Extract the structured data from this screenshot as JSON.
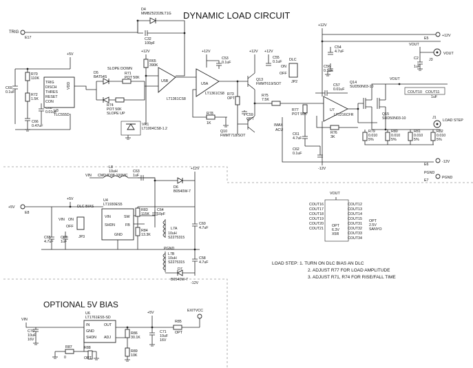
{
  "titles": {
    "main": "DYNAMIC LOAD CIRCUIT",
    "optional": "OPTIONAL 5V BIAS"
  },
  "ports": {
    "trig": "TRIG",
    "e17": "E17",
    "vout_top": "VOUT",
    "j3": "J3",
    "e5": "E5",
    "e5_v": "+12V",
    "load_step": "LOAD STEP",
    "j1": "J1",
    "e6_v": "-12V",
    "e6": "E6",
    "pgnd_e7": "PGND",
    "e7": "E7",
    "plus5v": "+5V",
    "e8": "E8",
    "exitvcc": "EXITVCC",
    "vin_l8": "VIN",
    "vin_opt": "VIN"
  },
  "rails": {
    "p5v": "+5V",
    "p12v": "+12V",
    "m12v": "-12V",
    "pgnd": "PGND"
  },
  "components": {
    "d4": {
      "ref": "D4",
      "value": "MMBZ5231BLT1G"
    },
    "c32": {
      "ref": "C32",
      "value": "100pF"
    },
    "r70": {
      "ref": "R70",
      "value": "110K"
    },
    "r72": {
      "ref": "R72",
      "value": "1.5K"
    },
    "c69": {
      "ref": "C69",
      "value": "0.1uF"
    },
    "c68": {
      "ref": "C68",
      "value": "0.01uF"
    },
    "c66": {
      "ref": "C66",
      "value": "0.47uF"
    },
    "u3": {
      "ref": "U3",
      "value": "TLC555D",
      "pins": [
        "TRIG",
        "DISCH",
        "THRES",
        "RESET",
        "CON"
      ],
      "vdd": "VDD"
    },
    "d5": {
      "ref": "D5",
      "value": "BAT54S"
    },
    "slope_down": "SLOPE DOWN",
    "r71": {
      "ref": "R71",
      "value": "POT 50K"
    },
    "r74": {
      "ref": "R74",
      "value": "POT 50K",
      "label": "SLOPE UP"
    },
    "r65": {
      "ref": "R65",
      "value": "390K"
    },
    "u5b": {
      "ref": "U5B",
      "value": "LT1361CS8"
    },
    "vr1": {
      "ref": "VR1",
      "value": "LT1004CS8-1.2"
    },
    "u5a": {
      "ref": "U5A",
      "value": "LT1361CS8"
    },
    "c53": {
      "ref": "C53",
      "value": "0.1uF"
    },
    "c55": {
      "ref": "C55",
      "value": "0.1uF"
    },
    "q13": {
      "ref": "Q13",
      "value": "FMMT619/SOT"
    },
    "r73": {
      "ref": "R73",
      "value": "OPT"
    },
    "r78": {
      "ref": "R78",
      "value": "1K"
    },
    "c59": {
      "ref": "C59",
      "value": "OPT"
    },
    "q10": {
      "ref": "Q10",
      "value": "FMMT718/SOT"
    },
    "dlc": {
      "ref": "DLC",
      "on": "ON",
      "off": "OFF",
      "jp": "JP2"
    },
    "c54": {
      "ref": "C54",
      "value": "4.7uF"
    },
    "c56": {
      "ref": "C56",
      "value": "0.1uF"
    },
    "r75": {
      "ref": "R75",
      "value": "7.5K"
    },
    "c57": {
      "ref": "C57",
      "value": "0.01uF"
    },
    "r77": {
      "ref": "R77",
      "value": "POT 50K"
    },
    "imax": {
      "line1": "IMAX",
      "line2": "ACU"
    },
    "c61": {
      "ref": "C61",
      "value": "4.7uF"
    },
    "c62": {
      "ref": "C62",
      "value": "0.1uF"
    },
    "u7": {
      "ref": "U7",
      "value": "LT1216CFR"
    },
    "r76": {
      "ref": "R76",
      "value": "3K"
    },
    "q14": {
      "ref": "Q14",
      "value": "SUD50N03-10"
    },
    "q15": {
      "ref": "Q15",
      "value": "SUD50N03-10"
    },
    "c2": {
      "ref": "C2",
      "value": "1uF"
    },
    "vout_label": "VOUT",
    "cout10": {
      "ref": "COUT10",
      "value": "1uF"
    },
    "cout11": {
      "ref": "COUT11"
    },
    "r79": {
      "ref": "R79",
      "value": "0.010",
      "tol": "5%"
    },
    "r80": {
      "ref": "R80",
      "value": "0.010",
      "tol": "5%"
    },
    "r81": {
      "ref": "R81",
      "value": "0.010",
      "tol": "5%"
    },
    "r82": {
      "ref": "R82",
      "value": "0.010",
      "tol": "5%"
    },
    "l8": {
      "ref": "L8",
      "value": "10uH",
      "part": "CMD4D08-100MC"
    },
    "c63": {
      "ref": "C63",
      "value": "1uF"
    },
    "d6": {
      "ref": "D6",
      "value": "B0540W-7"
    },
    "u4": {
      "ref": "U4",
      "value": "LT1930ES5",
      "pins": [
        "VIN",
        "SW",
        "SHDN",
        "FB",
        "GND"
      ]
    },
    "dlc_bias": {
      "ref": "DLC BIAS",
      "on": "ON",
      "off": "OFF",
      "jp": "JP3"
    },
    "c65": {
      "ref": "C65",
      "value": "4.7uF"
    },
    "c67": {
      "ref": "C67",
      "value": "1uF"
    },
    "r83": {
      "ref": "R83",
      "value": "115K"
    },
    "c64": {
      "ref": "C64",
      "value": "10pF"
    },
    "r84": {
      "ref": "R84",
      "value": "13.3K"
    },
    "l7a": {
      "ref": "L7A",
      "value": "10uH",
      "part": "S2275315"
    },
    "c60": {
      "ref": "C60",
      "value": "4.7uF"
    },
    "l7b": {
      "ref": "L7B",
      "value": "10uH",
      "part": "S2275315"
    },
    "c58": {
      "ref": "C58",
      "value": "4.7uF"
    },
    "d7": {
      "ref": "D7",
      "value": "B0540W-7"
    },
    "u6": {
      "ref": "U6",
      "value": "LT1761ES5-SD",
      "pins": [
        "IN",
        "GND",
        "SHDN",
        "OUT",
        "ADJ"
      ]
    },
    "c70": {
      "ref": "C70",
      "value": "10uF",
      "rating": "16V"
    },
    "r86": {
      "ref": "R86",
      "value": "30.1K"
    },
    "c71": {
      "ref": "C71",
      "value": "10uF",
      "rating": "16V"
    },
    "r85": {
      "ref": "R85",
      "value": "OPT"
    },
    "r87": {
      "ref": "R87",
      "value": "0"
    },
    "r88": {
      "ref": "R88",
      "value": "OPT"
    },
    "r89": {
      "ref": "R89",
      "value": "10K"
    }
  },
  "opt_table": {
    "left": [
      "COUT16",
      "COUT17",
      "COUT18",
      "COUT19",
      "COUT20",
      "COUT21"
    ],
    "right": [
      "COUT12",
      "COUT13",
      "COUT14",
      "COUT15",
      "COUT31",
      "COUT32",
      "COUT33",
      "COUT34"
    ],
    "left_value": [
      "OPT",
      "6.3V",
      "X5R"
    ],
    "right_value": [
      "OPT",
      "2.5V",
      "SANYO"
    ],
    "vout": "VOUT"
  },
  "notes": [
    "LOAD STEP: 1. TURN ON DLC BIAS  AN DLC",
    "2. ADJUST R77 FOR LOAD AMPLITUDE",
    "3. ADJUST R71, R74 FOR RISE/FALL TIME"
  ]
}
